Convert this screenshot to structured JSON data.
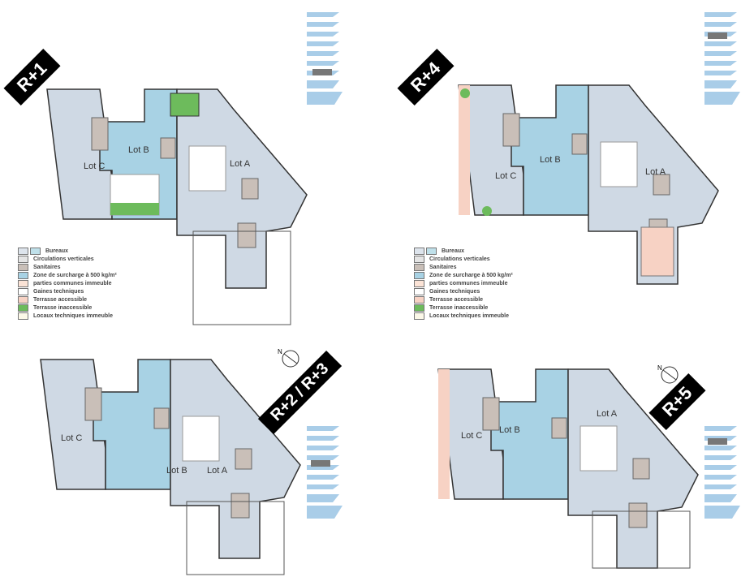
{
  "plans": [
    {
      "level": "R+1",
      "lots": [
        "Lot A",
        "Lot B",
        "Lot C"
      ]
    },
    {
      "level": "R+4",
      "lots": [
        "Lot A",
        "Lot B",
        "Lot C"
      ]
    },
    {
      "level": "R+2 / R+3",
      "lots": [
        "Lot A",
        "Lot B",
        "Lot C"
      ]
    },
    {
      "level": "R+5",
      "lots": [
        "Lot A",
        "Lot B",
        "Lot C"
      ]
    }
  ],
  "legend": [
    {
      "label": "Bureaux",
      "color": "#cfd9e4"
    },
    {
      "label": "Circulations verticales",
      "color": "#e4e4e4"
    },
    {
      "label": "Sanitaires",
      "color": "#c9bfb8"
    },
    {
      "label": "Zone de surcharge à 500 kg/m²",
      "color": "#a8d2e4"
    },
    {
      "label": "parties communes immeuble",
      "color": "#fbe3d6"
    },
    {
      "label": "Gaines techniques",
      "color": "#ffffff"
    },
    {
      "label": "Terrasse accessible",
      "color": "#f7d2c4"
    },
    {
      "label": "Terrasse inaccessible",
      "color": "#6dbb5c"
    },
    {
      "label": "Locaux techniques immeuble",
      "color": "#fbf8e8"
    }
  ],
  "compass_label": "N",
  "colors": {
    "bureaux": "#cfd9e4",
    "surcharge": "#a8d2e4",
    "terrasse": "#f7d2c4",
    "green": "#6dbb5c",
    "stack": "#a9cde8",
    "stack_active": "#777777"
  }
}
